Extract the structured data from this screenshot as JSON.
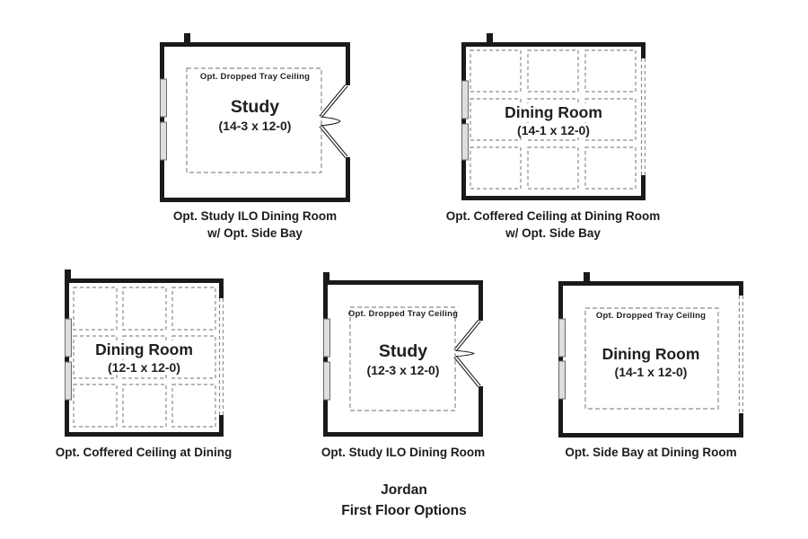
{
  "title": {
    "line1": "Jordan",
    "line2": "First Floor Options"
  },
  "plans": [
    {
      "room": "Study",
      "dims": "(14-3 x 12-0)",
      "ceiling_note": "Opt. Dropped Tray Ceiling",
      "caption1": "Opt. Study ILO Dining Room",
      "caption2": "w/ Opt. Side Bay"
    },
    {
      "room": "Dining Room",
      "dims": "(14-1 x 12-0)",
      "caption1": "Opt. Coffered Ceiling at Dining Room",
      "caption2": "w/ Opt. Side Bay"
    },
    {
      "room": "Dining Room",
      "dims": "(12-1 x 12-0)",
      "caption1": "Opt. Coffered Ceiling at Dining"
    },
    {
      "room": "Study",
      "dims": "(12-3 x 12-0)",
      "ceiling_note": "Opt. Dropped Tray Ceiling",
      "caption1": "Opt. Study ILO Dining Room"
    },
    {
      "room": "Dining Room",
      "dims": "(14-1 x 12-0)",
      "ceiling_note": "Opt. Dropped Tray Ceiling",
      "caption1": "Opt. Side Bay at Dining Room"
    }
  ],
  "colors": {
    "wall": "#1a1a1a",
    "dashed_line": "#8c8c8c",
    "window_fill": "#dedede",
    "window_stroke": "#6a6a6a",
    "text": "#1f1f1f",
    "background": "#ffffff"
  }
}
